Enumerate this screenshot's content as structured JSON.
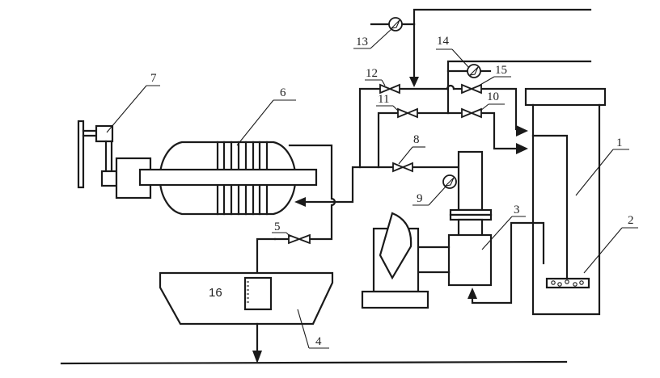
{
  "diagram": {
    "type": "process-schematic",
    "components": [
      {
        "id": "1",
        "label": "1",
        "name": "tank"
      },
      {
        "id": "2",
        "label": "2",
        "name": "aerator"
      },
      {
        "id": "3",
        "label": "3",
        "name": "pump"
      },
      {
        "id": "4",
        "label": "4",
        "name": "collection-basin"
      },
      {
        "id": "5",
        "label": "5",
        "name": "valve"
      },
      {
        "id": "6",
        "label": "6",
        "name": "filter-vessel"
      },
      {
        "id": "7",
        "label": "7",
        "name": "drive-unit"
      },
      {
        "id": "8",
        "label": "8",
        "name": "valve"
      },
      {
        "id": "9",
        "label": "9",
        "name": "pressure-gauge"
      },
      {
        "id": "10",
        "label": "10",
        "name": "valve"
      },
      {
        "id": "11",
        "label": "11",
        "name": "valve"
      },
      {
        "id": "12",
        "label": "12",
        "name": "valve"
      },
      {
        "id": "13",
        "label": "13",
        "name": "pressure-gauge"
      },
      {
        "id": "14",
        "label": "14",
        "name": "pressure-gauge"
      },
      {
        "id": "15",
        "label": "15",
        "name": "valve"
      },
      {
        "id": "16",
        "label": "16",
        "name": "measuring-vessel"
      }
    ],
    "colors": {
      "line": "#1a1a1a",
      "background": "#ffffff"
    }
  }
}
